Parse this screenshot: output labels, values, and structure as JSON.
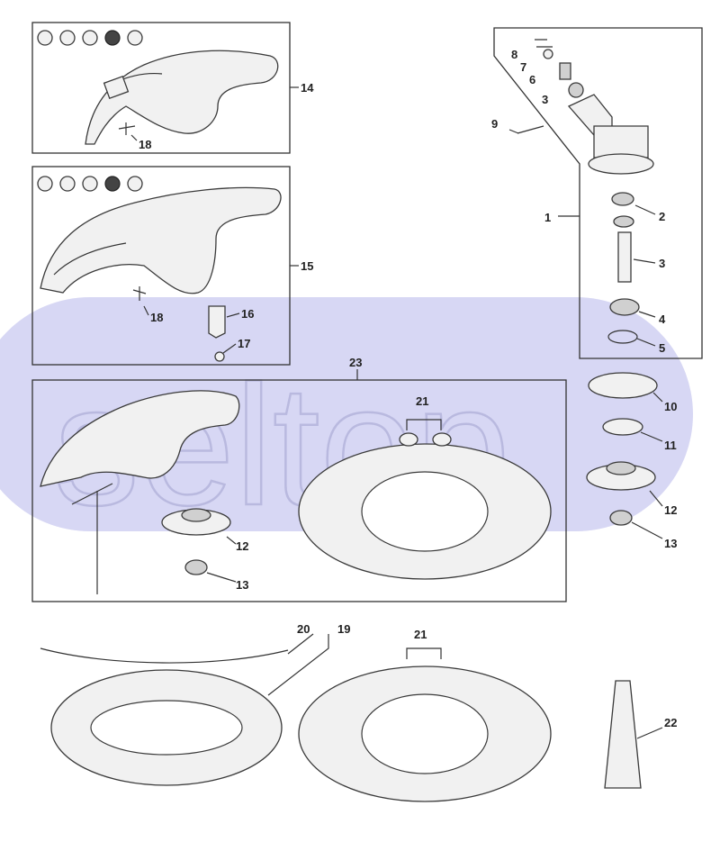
{
  "watermark": {
    "text": "seltop",
    "color": "#d7d7f4"
  },
  "callouts": [
    {
      "id": "c14",
      "text": "14"
    },
    {
      "id": "c18a",
      "text": "18"
    },
    {
      "id": "c15",
      "text": "15"
    },
    {
      "id": "c18b",
      "text": "18"
    },
    {
      "id": "c16",
      "text": "16"
    },
    {
      "id": "c17",
      "text": "17"
    },
    {
      "id": "c8",
      "text": "8"
    },
    {
      "id": "c7",
      "text": "7"
    },
    {
      "id": "c6",
      "text": "6"
    },
    {
      "id": "c3a",
      "text": "3"
    },
    {
      "id": "c9",
      "text": "9"
    },
    {
      "id": "c1",
      "text": "1"
    },
    {
      "id": "c2",
      "text": "2"
    },
    {
      "id": "c3b",
      "text": "3"
    },
    {
      "id": "c4",
      "text": "4"
    },
    {
      "id": "c5",
      "text": "5"
    },
    {
      "id": "c23",
      "text": "23"
    },
    {
      "id": "c21a",
      "text": "21"
    },
    {
      "id": "c10",
      "text": "10"
    },
    {
      "id": "c11",
      "text": "11"
    },
    {
      "id": "c12a",
      "text": "12"
    },
    {
      "id": "c13a",
      "text": "13"
    },
    {
      "id": "c12b",
      "text": "12"
    },
    {
      "id": "c13b",
      "text": "13"
    },
    {
      "id": "c20",
      "text": "20"
    },
    {
      "id": "c19",
      "text": "19"
    },
    {
      "id": "c21b",
      "text": "21"
    },
    {
      "id": "c22",
      "text": "22"
    }
  ]
}
